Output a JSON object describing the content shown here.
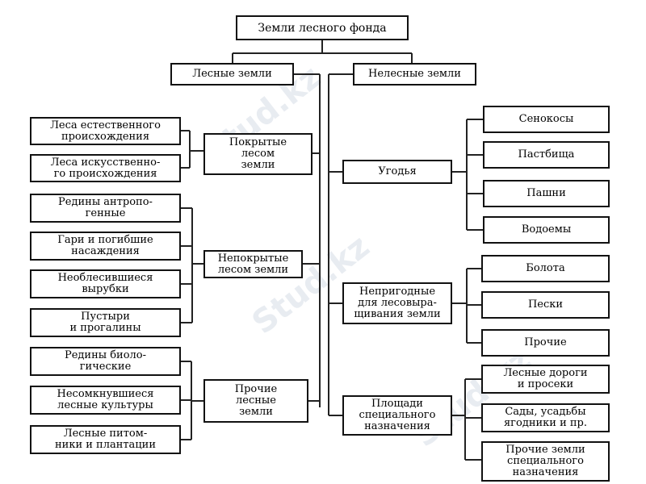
{
  "watermark": "Stud.kz",
  "root": "Земли лесного фонда",
  "forest": {
    "title": "Лесные земли",
    "covered": {
      "title": "Покрытые\nлесом\nземли",
      "items": [
        "Леса естественного\nпроисхождения",
        "Леса искусственно-\nго происхождения"
      ]
    },
    "uncovered": {
      "title": "Непокрытые\nлесом земли",
      "items": [
        "Редины антропо-\nгенные",
        "Гари и погибшие\nнасаждения",
        "Необлесившиеся\nвырубки",
        "Пустыри\nи прогалины"
      ]
    },
    "other": {
      "title": "Прочие\nлесные\nземли",
      "items": [
        "Редины биоло-\nгические",
        "Несомкнувшиеся\nлесные культуры",
        "Лесные питом-\nники и плантации"
      ]
    }
  },
  "nonforest": {
    "title": "Нелесные земли",
    "lands": {
      "title": "Угодья",
      "items": [
        "Сенокосы",
        "Пастбища",
        "Пашни",
        "Водоемы"
      ]
    },
    "unsuitable": {
      "title": "Непригодные\nдля лесовыра-\nщивания земли",
      "items": [
        "Болота",
        "Пески",
        "Прочие"
      ]
    },
    "special": {
      "title": "Площади\nспециального\nназначения",
      "items": [
        "Лесные дороги\nи просеки",
        "Сады, усадьбы\nягодники и пр.",
        "Прочие земли\nспециального\nназначения"
      ]
    }
  }
}
